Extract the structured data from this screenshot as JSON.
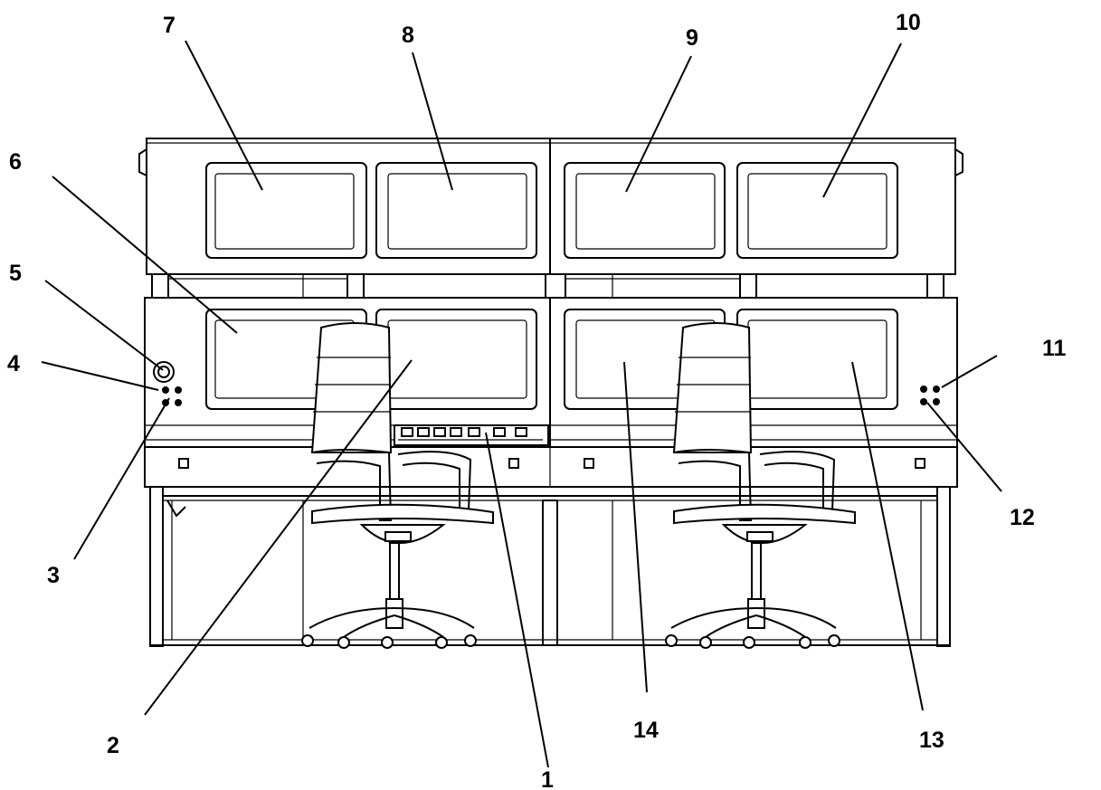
{
  "diagram": {
    "callouts": [
      {
        "id": "1",
        "label": "1"
      },
      {
        "id": "2",
        "label": "2"
      },
      {
        "id": "3",
        "label": "3"
      },
      {
        "id": "4",
        "label": "4"
      },
      {
        "id": "5",
        "label": "5"
      },
      {
        "id": "6",
        "label": "6"
      },
      {
        "id": "7",
        "label": "7"
      },
      {
        "id": "8",
        "label": "8"
      },
      {
        "id": "9",
        "label": "9"
      },
      {
        "id": "10",
        "label": "10"
      },
      {
        "id": "11",
        "label": "11"
      },
      {
        "id": "12",
        "label": "12"
      },
      {
        "id": "13",
        "label": "13"
      },
      {
        "id": "14",
        "label": "14"
      }
    ]
  },
  "colors": {
    "line": "#000000",
    "background": "#ffffff"
  }
}
